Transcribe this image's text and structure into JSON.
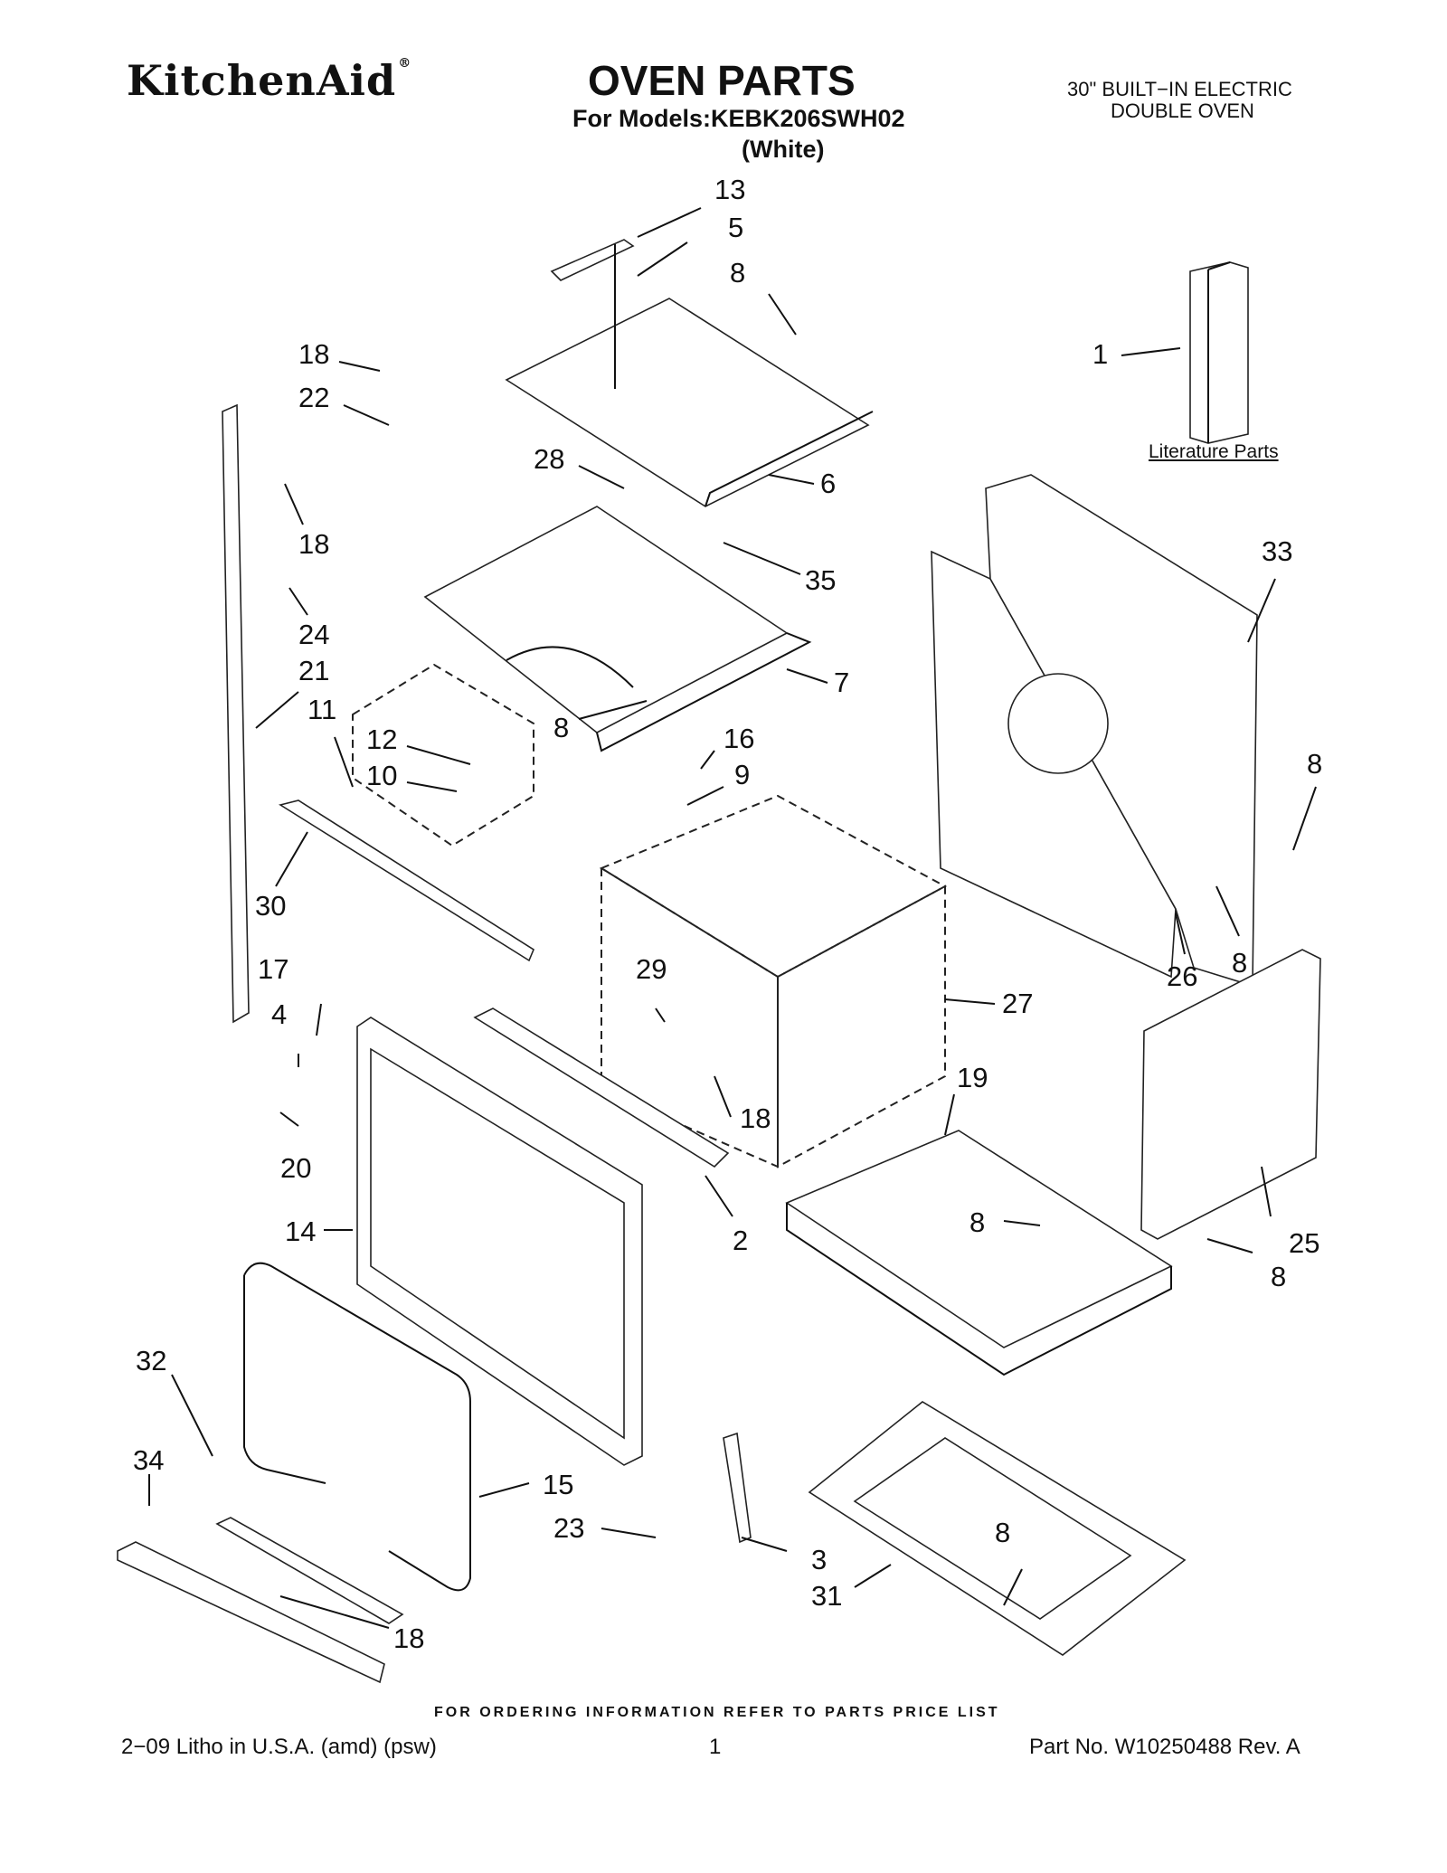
{
  "header": {
    "brand": "KitchenAid",
    "brand_mark": "®",
    "title": "OVEN PARTS",
    "models_line": "For Models:KEBK206SWH02",
    "color_line": "(White)",
    "product_line1": "30\" BUILT−IN ELECTRIC",
    "product_line2": "DOUBLE OVEN"
  },
  "literature_label": "Literature Parts",
  "footer": {
    "ordering_note": "FOR ORDERING INFORMATION REFER TO PARTS PRICE LIST",
    "litho": "2−09 Litho in U.S.A. (amd) (psw)",
    "page": "1",
    "part_no": "Part No. W10250488 Rev. A"
  },
  "callouts": [
    "13",
    "5",
    "8",
    "18",
    "22",
    "1",
    "28",
    "6",
    "18",
    "35",
    "33",
    "24",
    "21",
    "7",
    "11",
    "8",
    "12",
    "16",
    "10",
    "9",
    "8",
    "30",
    "17",
    "29",
    "27",
    "26",
    "8",
    "4",
    "18",
    "19",
    "20",
    "8",
    "2",
    "25",
    "14",
    "8",
    "32",
    "34",
    "15",
    "23",
    "8",
    "3",
    "31",
    "18"
  ]
}
